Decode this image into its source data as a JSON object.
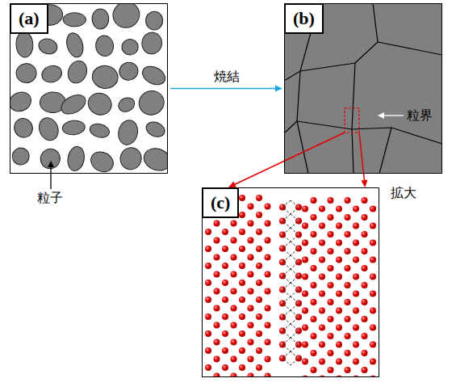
{
  "diagram": {
    "nodes": [
      {
        "text": [
          "(a)"
        ]
      },
      {
        "text": [
          "(b)"
        ]
      },
      {
        "text": [
          "(c)"
        ]
      }
    ],
    "edges": [
      {
        "from": 0,
        "to": 1,
        "arrow": "to",
        "label": "焼結"
      },
      {
        "from": 1,
        "to": 2,
        "arrow": "to"
      },
      {
        "from": 1,
        "to": 2,
        "arrow": "to"
      }
    ],
    "labels": [
      "粒子",
      "粒界",
      "拡大"
    ]
  }
}
